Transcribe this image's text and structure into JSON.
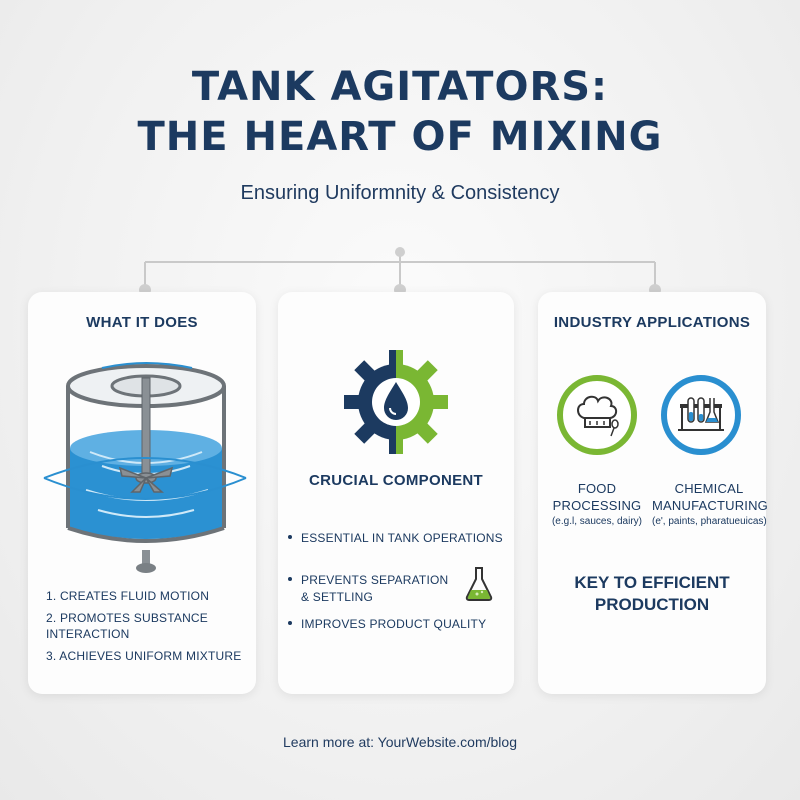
{
  "title_line1": "TANK AGITATORS:",
  "title_line2": "THE HEART OF MIXING",
  "subtitle": "Ensuring Uniformnity & Consistency",
  "colors": {
    "navy": "#1c3a60",
    "blue": "#2a8fd0",
    "green": "#7ab733",
    "line": "#c7c7c7"
  },
  "cards": {
    "what_it_does": {
      "heading": "WHAT IT DOES",
      "icon": "agitator-tank-icon",
      "steps": [
        "1. CREATES FLUID MOTION",
        "2. PROMOTES SUBSTANCE INTERACTION",
        "3. ACHIEVES UNIFORM MIXTURE"
      ]
    },
    "crucial": {
      "icon": "gear-water-drop-icon",
      "heading": "CRUCIAL COMPONENT",
      "bullets": [
        "ESSENTIAL IN TANK OPERATIONS",
        "PREVENTS SEPARATION",
        "& SETTLING",
        "IMPROVES PRODUCT QUALITY"
      ],
      "flask_icon": "flask-icon"
    },
    "industry": {
      "heading": "INDUSTRY APPLICATIONS",
      "food": {
        "icon": "chef-hat-icon",
        "label_1": "FOOD",
        "label_2": "PROCESSING",
        "example": "(e.g.l, sauces, dairy)"
      },
      "chemical": {
        "icon": "test-tubes-icon",
        "label_1": "CHEMICAL",
        "label_2": "MANUFACTURING",
        "example": "(e', paints, pharatuеuicas)"
      },
      "key_line1": "KEY TO EFFICIENT",
      "key_line2": "PRODUCTION"
    }
  },
  "footer": "Learn more at: YourWebsite.com/blog"
}
